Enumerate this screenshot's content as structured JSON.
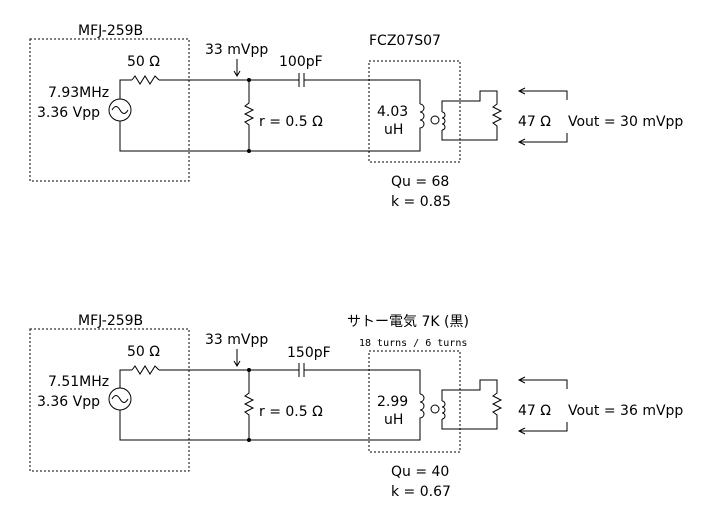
{
  "circuits": [
    {
      "generator_box": "MFJ-259B",
      "source_resistor": "50 Ω",
      "freq": "7.93MHz",
      "vsrc": "3.36 Vpp",
      "probe": "33 mVpp",
      "shunt": "r = 0.5 Ω",
      "cap": "100pF",
      "core_title": "FCZ07S07",
      "turns": "",
      "inductance_value": "4.03",
      "inductance_unit": "uH",
      "load": "47 Ω",
      "vout": "Vout = 30 mVpp",
      "qu": "Qu = 68",
      "k": "k = 0.85"
    },
    {
      "generator_box": "MFJ-259B",
      "source_resistor": "50 Ω",
      "freq": "7.51MHz",
      "vsrc": "3.36 Vpp",
      "probe": "33 mVpp",
      "shunt": "r = 0.5 Ω",
      "cap": "150pF",
      "core_title": "サトー電気 7K (黒)",
      "turns": "18 turns / 6 turns",
      "inductance_value": "2.99",
      "inductance_unit": "uH",
      "load": "47 Ω",
      "vout": "Vout = 36 mVpp",
      "qu": "Qu = 40",
      "k": "k = 0.67"
    }
  ]
}
